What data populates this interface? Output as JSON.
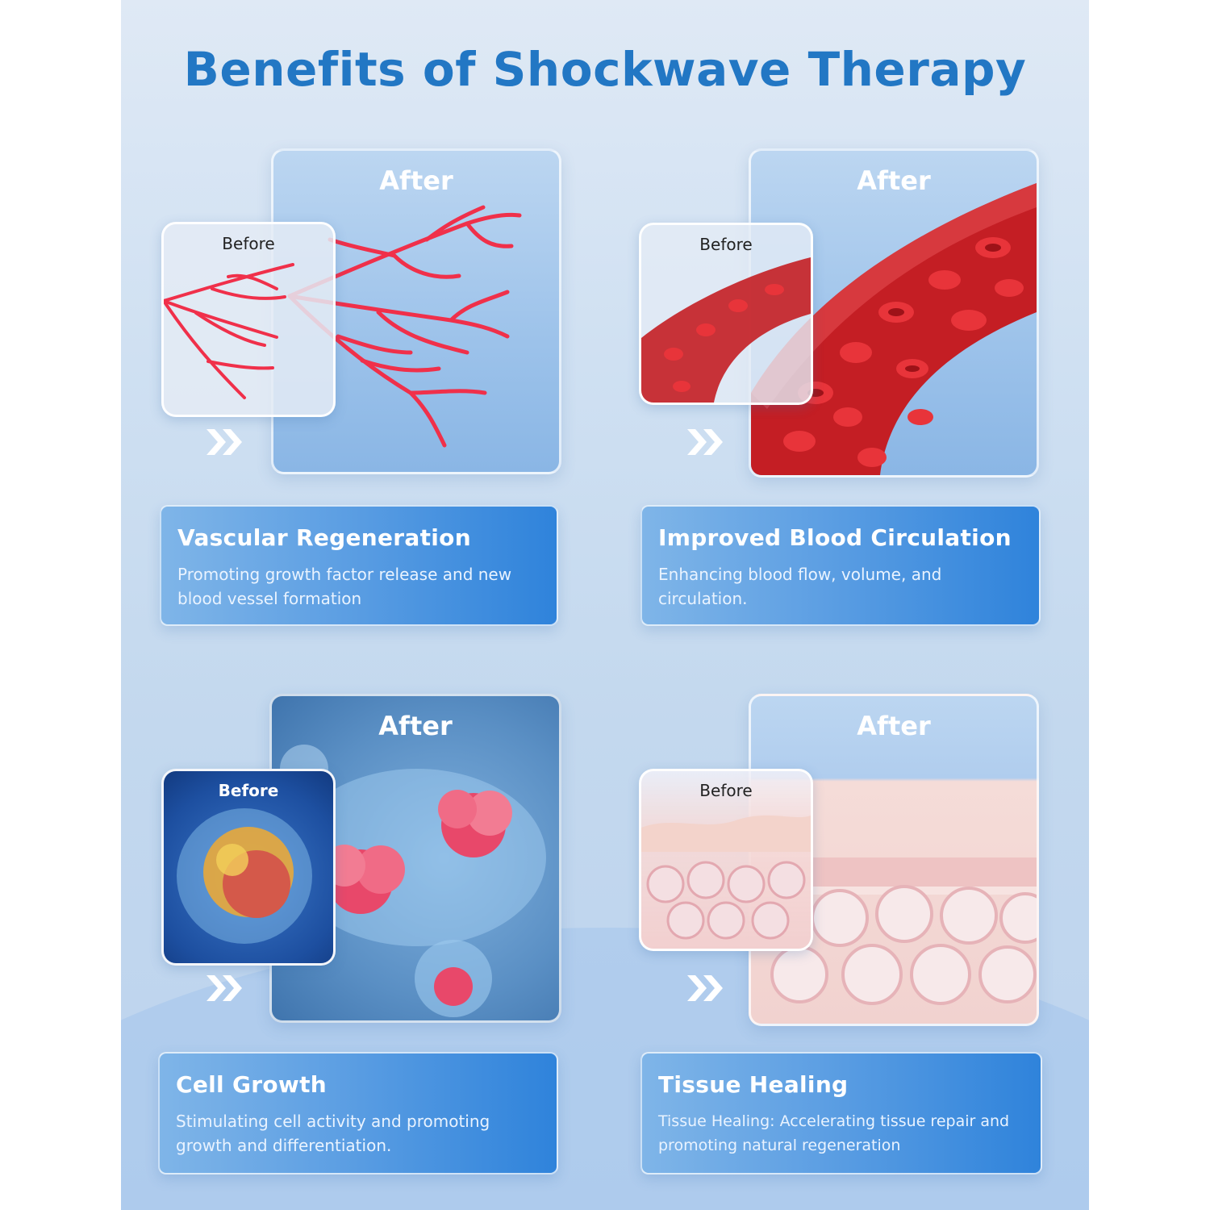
{
  "title": "Benefits of Shockwave Therapy",
  "labels": {
    "after": "After",
    "before": "Before"
  },
  "benefits": [
    {
      "title": "Vascular Regeneration",
      "description": "Promoting growth factor release and new blood vessel formation",
      "illustration": "blood-vessel-network"
    },
    {
      "title": "Improved Blood Circulation",
      "description": "Enhancing blood flow, volume, and circulation.",
      "illustration": "artery-with-red-blood-cells"
    },
    {
      "title": "Cell Growth",
      "description": "Stimulating cell activity and promoting growth and differentiation.",
      "illustration": "dividing-cells"
    },
    {
      "title": "Tissue Healing",
      "description": "Tissue Healing: Accelerating tissue repair and promoting natural regeneration",
      "illustration": "skin-tissue-layers"
    }
  ],
  "colors": {
    "title": "#2277c4",
    "vessel": "#f0304a",
    "blood": "#c41e24",
    "card": "#2f83db",
    "tissue": "#f3c9c9"
  },
  "icons": [
    "double-chevron-right-icon"
  ]
}
